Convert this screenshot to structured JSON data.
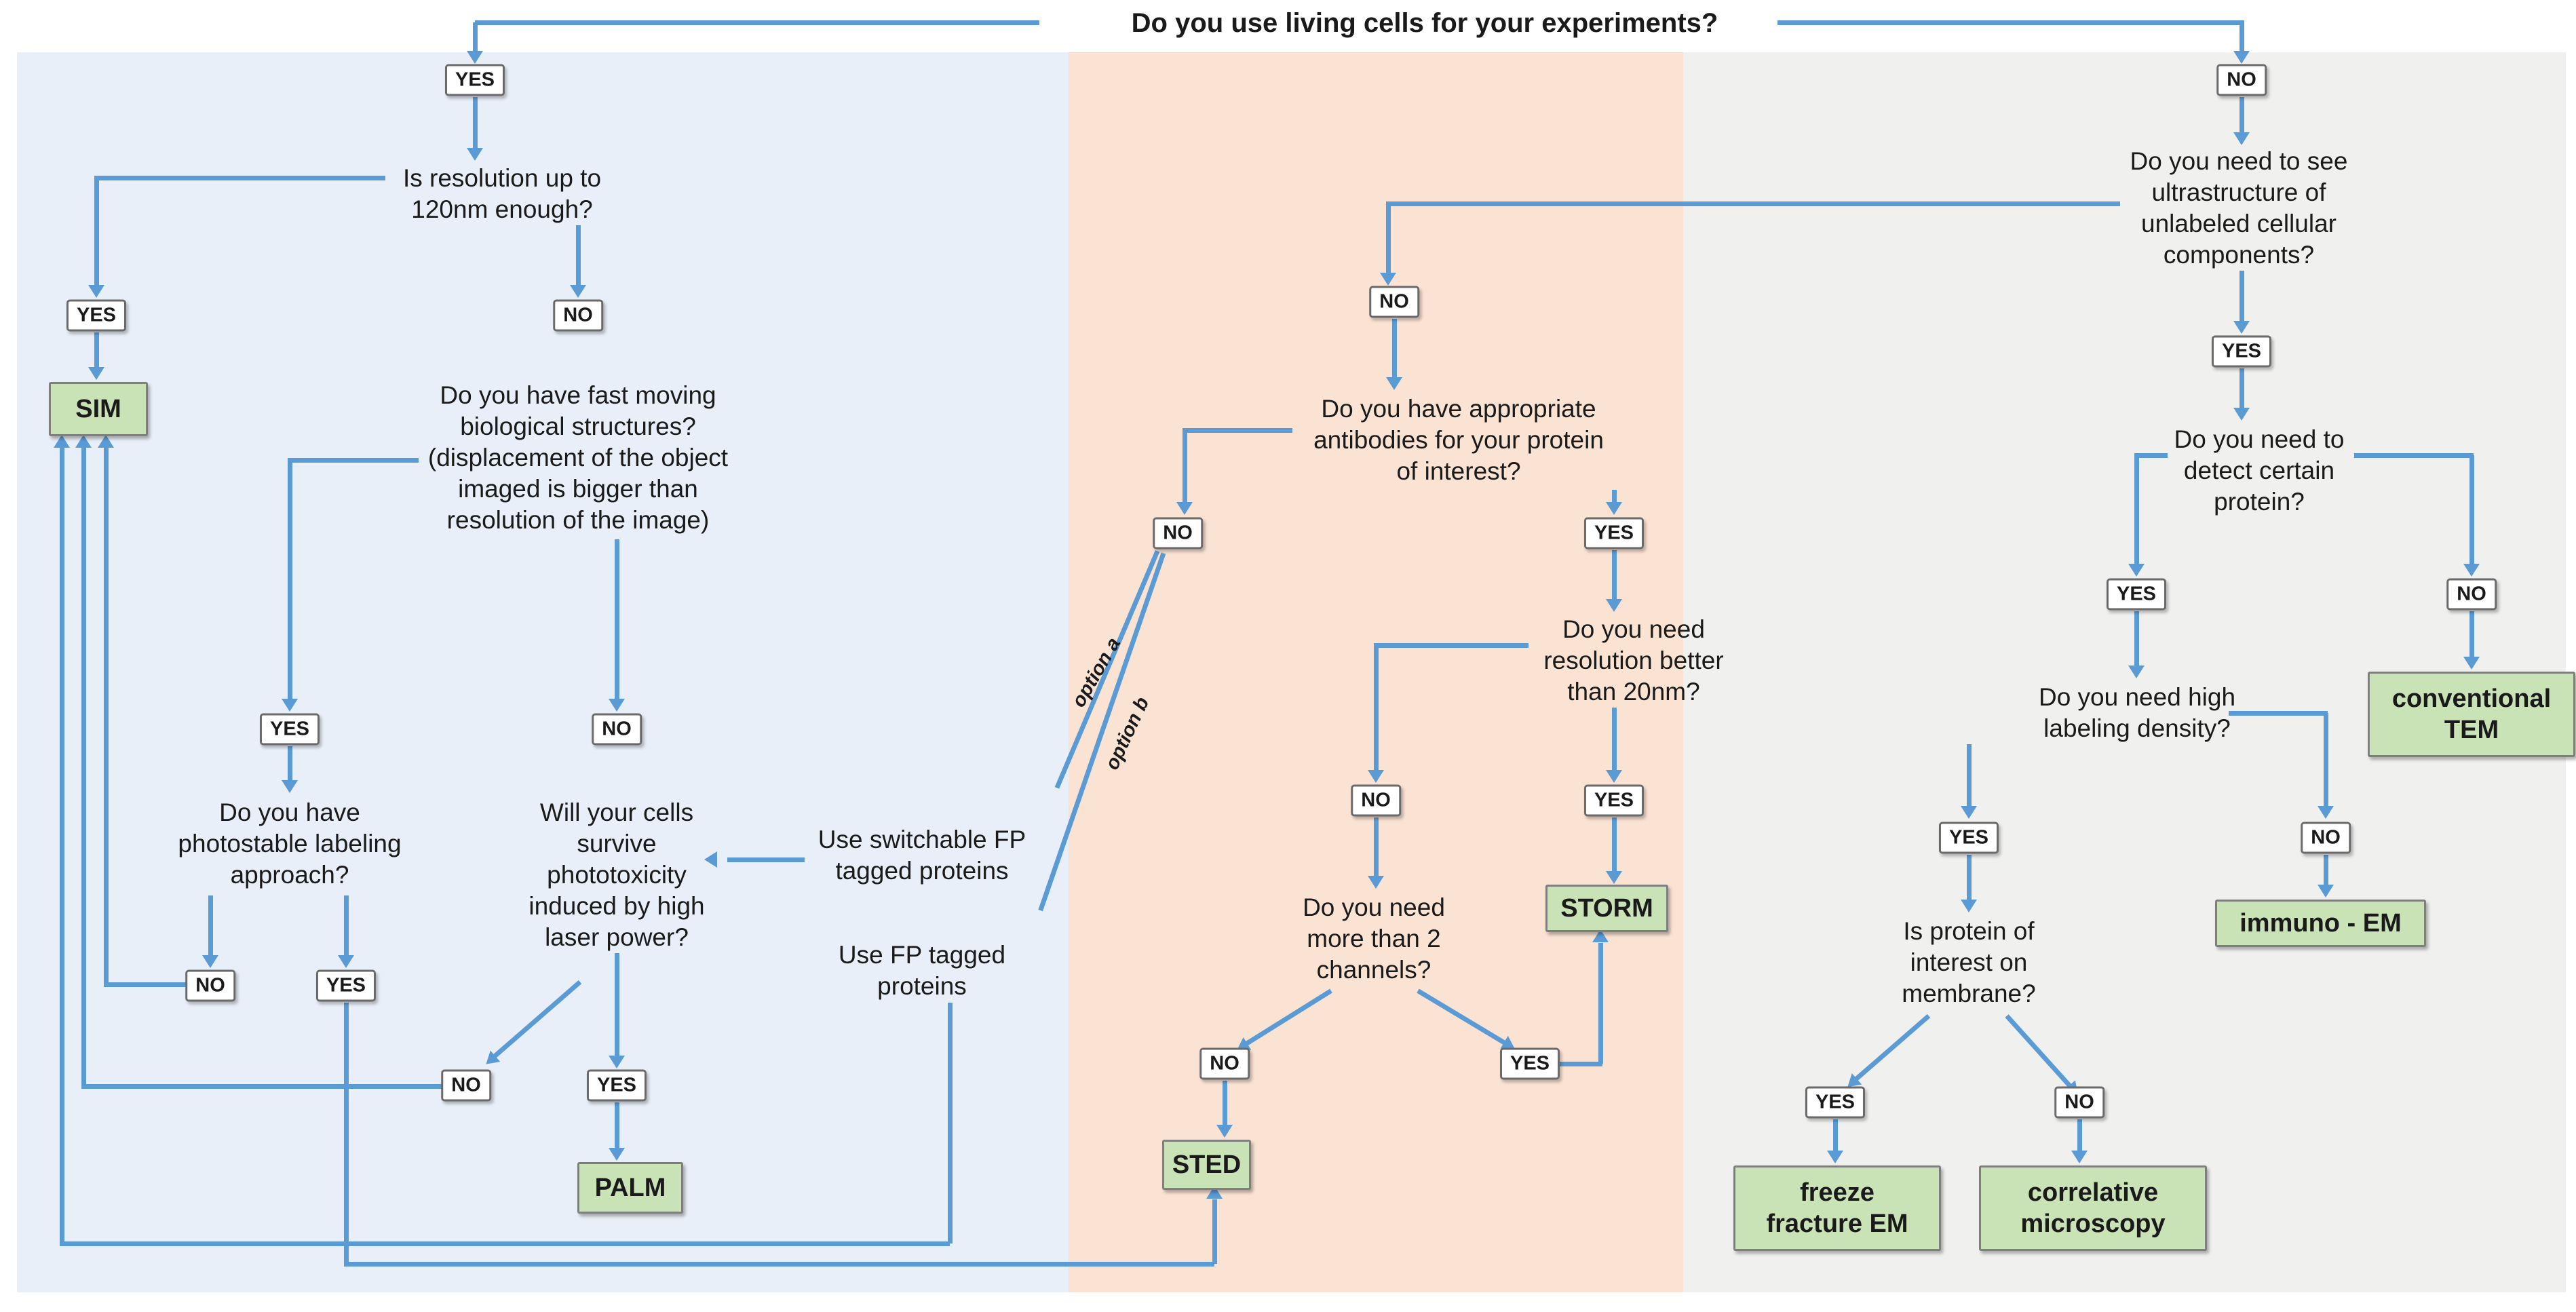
{
  "title": "Do you use living cells for your experiments?",
  "labels": {
    "yes": "YES",
    "no": "NO",
    "option_a": "option a",
    "option_b": "option b"
  },
  "questions": {
    "resolution": "Is resolution up to\n120nm enough?",
    "fast_moving": "Do you have fast moving\nbiological structures?\n(displacement of the object\nimaged is bigger than\nresolution of the image)",
    "photostable": "Do you have\nphotostable labeling\napproach?",
    "survive": "Will your cells\nsurvive\nphototoxicity\ninduced by high\nlaser power?",
    "antibodies": "Do you have appropriate\nantibodies for your protein\nof interest?",
    "better_20nm": "Do you need\nresolution better\nthan 20nm?",
    "channels": "Do you need\nmore than 2\nchannels?",
    "ultrastructure": "Do you need to see\nultrastructure of\nunlabeled cellular\ncomponents?",
    "detect_protein": "Do you need to\ndetect certain\nprotein?",
    "labeling_density": "Do you need high\nlabeling density?",
    "membrane": "Is protein of\ninterest on\nmembrane?"
  },
  "recommendations": {
    "switchable_fp": "Use switchable FP\ntagged  proteins",
    "fp_tagged": "Use  FP tagged\nproteins"
  },
  "results": {
    "sim": "SIM",
    "palm": "PALM",
    "sted": "STED",
    "storm": "STORM",
    "conventional_tem": "conventional\nTEM",
    "immuno_em": "immuno - EM",
    "freeze_fracture": "freeze\nfracture EM",
    "correlative": "correlative\nmicroscopy"
  },
  "colors": {
    "connector": "#5b9bd5",
    "result_fill": "#c9e2b6",
    "panel_live_cells": "#e9eff8",
    "panel_middle": "#fbe3d4",
    "panel_em": "#f0f0ee"
  }
}
